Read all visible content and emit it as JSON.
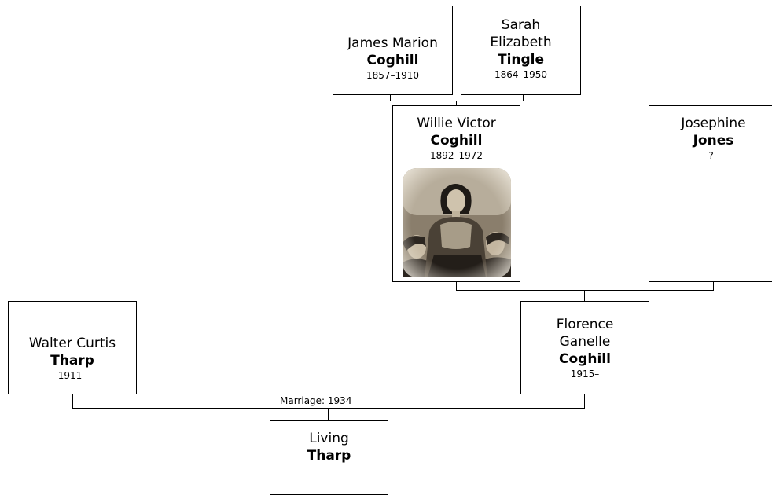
{
  "people": {
    "james": {
      "first": "James Marion",
      "last": "Coghill",
      "dates": "1857–1910"
    },
    "sarah": {
      "first_line1": "Sarah",
      "first_line2": "Elizabeth",
      "last": "Tingle",
      "dates": "1864–1950"
    },
    "willie": {
      "first": "Willie Victor",
      "last": "Coghill",
      "dates": "1892–1972"
    },
    "josephine": {
      "first": "Josephine",
      "last": "Jones",
      "dates": "?–"
    },
    "walter": {
      "first": "Walter Curtis",
      "last": "Tharp",
      "dates": "1911–"
    },
    "florence": {
      "first_line1": "Florence",
      "first_line2": "Ganelle",
      "last": "Coghill",
      "dates": "1915–"
    },
    "living": {
      "first": "Living",
      "last": "Tharp"
    }
  },
  "marriage": {
    "label": "Marriage: 1934"
  }
}
